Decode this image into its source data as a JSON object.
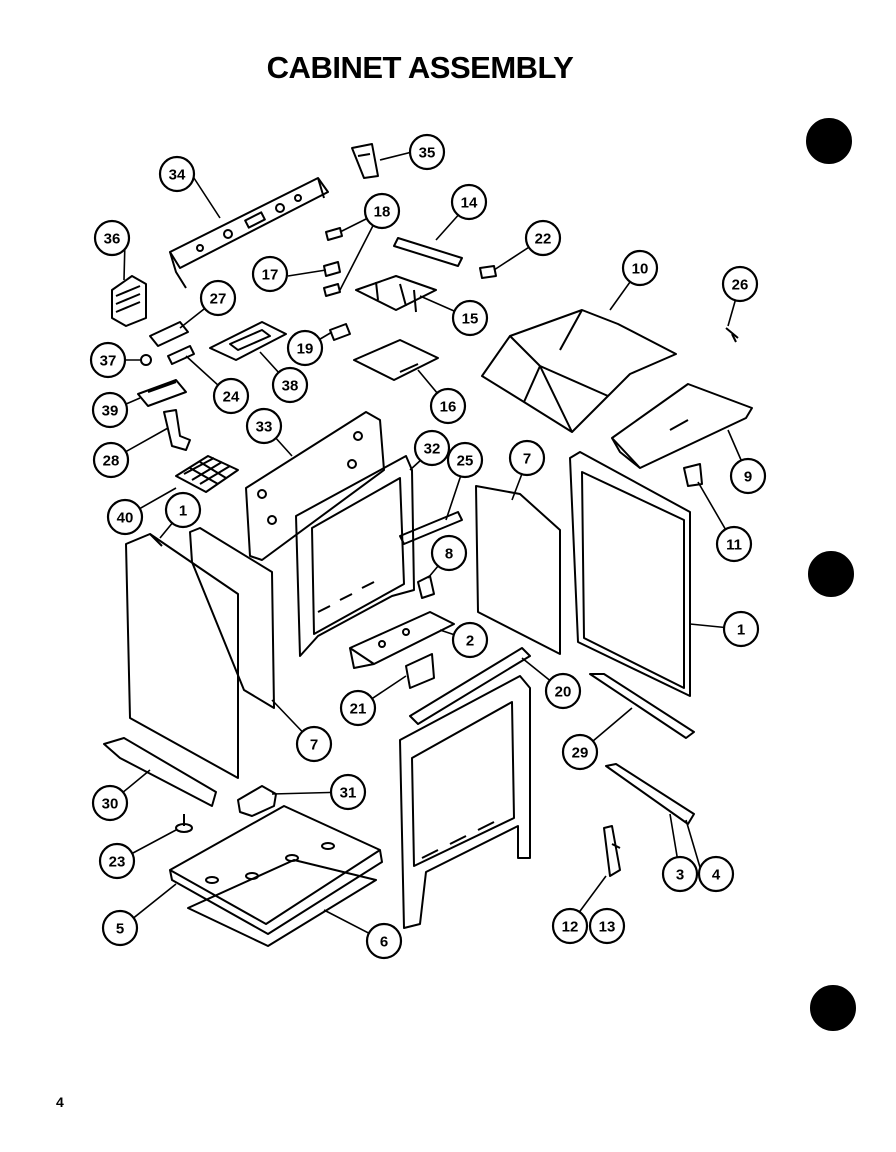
{
  "title": "CABINET ASSEMBLY",
  "page_number": "4",
  "callouts": [
    {
      "id": "c35",
      "label": "35"
    },
    {
      "id": "c34",
      "label": "34"
    },
    {
      "id": "c36",
      "label": "36"
    },
    {
      "id": "c18",
      "label": "18"
    },
    {
      "id": "c14",
      "label": "14"
    },
    {
      "id": "c22",
      "label": "22"
    },
    {
      "id": "c17",
      "label": "17"
    },
    {
      "id": "c27",
      "label": "27"
    },
    {
      "id": "c15",
      "label": "15"
    },
    {
      "id": "c10",
      "label": "10"
    },
    {
      "id": "c26",
      "label": "26"
    },
    {
      "id": "c19",
      "label": "19"
    },
    {
      "id": "c37",
      "label": "37"
    },
    {
      "id": "c24",
      "label": "24"
    },
    {
      "id": "c38",
      "label": "38"
    },
    {
      "id": "c16",
      "label": "16"
    },
    {
      "id": "c39",
      "label": "39"
    },
    {
      "id": "c33",
      "label": "33"
    },
    {
      "id": "c32",
      "label": "32"
    },
    {
      "id": "c25",
      "label": "25"
    },
    {
      "id": "c7a",
      "label": "7"
    },
    {
      "id": "c28",
      "label": "28"
    },
    {
      "id": "c9",
      "label": "9"
    },
    {
      "id": "c40",
      "label": "40"
    },
    {
      "id": "c1a",
      "label": "1"
    },
    {
      "id": "c11",
      "label": "11"
    },
    {
      "id": "c8",
      "label": "8"
    },
    {
      "id": "c1b",
      "label": "1"
    },
    {
      "id": "c2",
      "label": "2"
    },
    {
      "id": "c20",
      "label": "20"
    },
    {
      "id": "c21",
      "label": "21"
    },
    {
      "id": "c7b",
      "label": "7"
    },
    {
      "id": "c29",
      "label": "29"
    },
    {
      "id": "c30",
      "label": "30"
    },
    {
      "id": "c31",
      "label": "31"
    },
    {
      "id": "c23",
      "label": "23"
    },
    {
      "id": "c3",
      "label": "3"
    },
    {
      "id": "c4",
      "label": "4"
    },
    {
      "id": "c5",
      "label": "5"
    },
    {
      "id": "c6",
      "label": "6"
    },
    {
      "id": "c12",
      "label": "12"
    },
    {
      "id": "c13",
      "label": "13"
    }
  ]
}
